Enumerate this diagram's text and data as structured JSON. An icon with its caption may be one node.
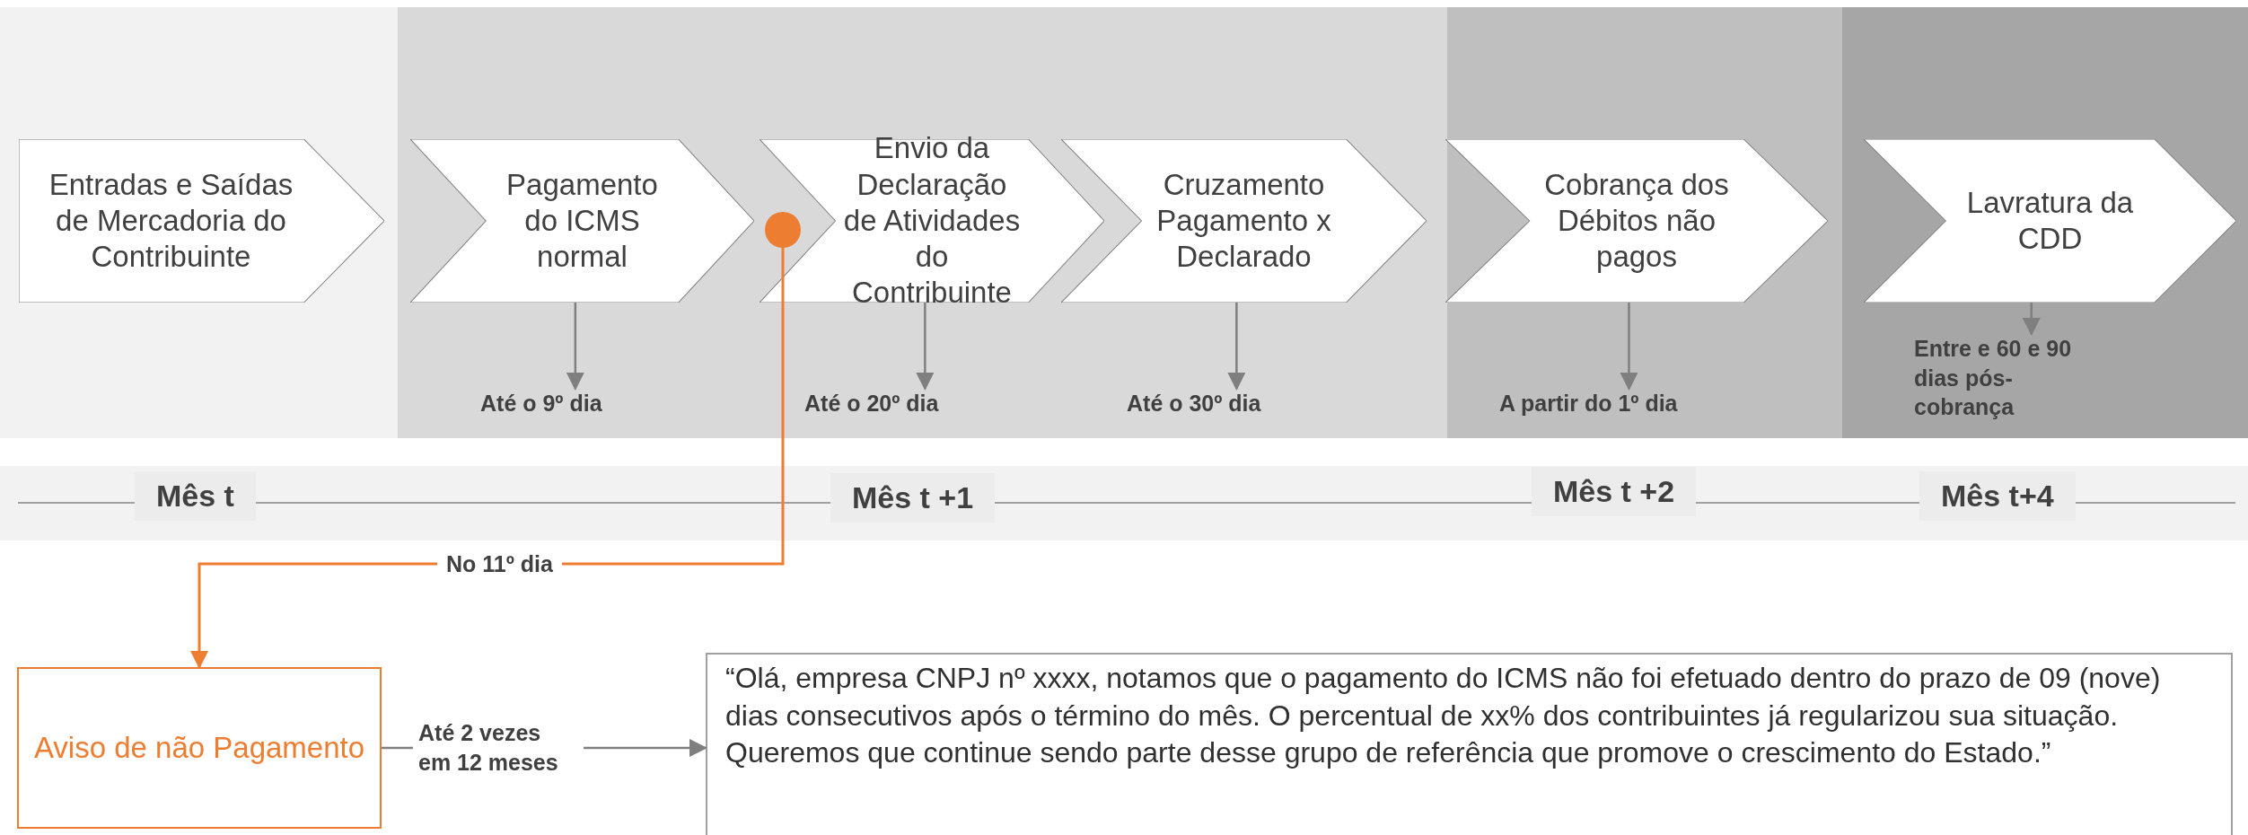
{
  "diagram": {
    "nodes": [
      {
        "text": [
          "Entradas e Saídas de Mercadoria do Contribuinte"
        ]
      },
      {
        "text": [
          "Pagamento do ICMS normal"
        ]
      },
      {
        "text": [
          "Envio da Declaração de Atividades do Contribuinte"
        ]
      },
      {
        "text": [
          "Cruzamento Pagamento x Declarado"
        ]
      },
      {
        "text": [
          "Cobrança dos Débitos não pagos"
        ]
      },
      {
        "text": [
          "Lavratura da CDD"
        ]
      },
      {
        "text": [
          "Até o 9º dia"
        ]
      },
      {
        "text": [
          "Até o 20º dia"
        ]
      },
      {
        "text": [
          "Até o 30º dia"
        ]
      },
      {
        "text": [
          "A partir do 1º dia"
        ]
      },
      {
        "text": [
          "Entre e 60 e 90 dias pós-cobrança"
        ]
      },
      {
        "text": [],
        "shape": "circle"
      },
      {
        "text": [
          "Aviso de não Pagamento"
        ]
      },
      {
        "text": [
          "“Olá, empresa CNPJ nº xxxx, notamos que o pagamento do ICMS não foi efetuado dentro do prazo de 09 (nove) dias consecutivos após o término do mês. O percentual de xx% dos contribuintes já regularizou sua situação. Queremos que continue sendo parte desse grupo de referência que promove o crescimento do Estado.”"
        ]
      }
    ],
    "edges": [
      {
        "from": 1,
        "to": 6,
        "arrow": "to"
      },
      {
        "from": 2,
        "to": 7,
        "arrow": "to"
      },
      {
        "from": 3,
        "to": 8,
        "arrow": "to"
      },
      {
        "from": 4,
        "to": 9,
        "arrow": "to"
      },
      {
        "from": 5,
        "to": 10,
        "arrow": "to"
      },
      {
        "from": 11,
        "to": 12,
        "arrow": "to",
        "label": "No 11º dia",
        "color": "#ed7d31"
      },
      {
        "from": 12,
        "to": 13,
        "arrow": "to",
        "label": "Até 2 vezes em 12 meses"
      }
    ],
    "labels": [
      "Mês t",
      "Mês t +1",
      "Mês t +2",
      "Mês t+4"
    ]
  }
}
